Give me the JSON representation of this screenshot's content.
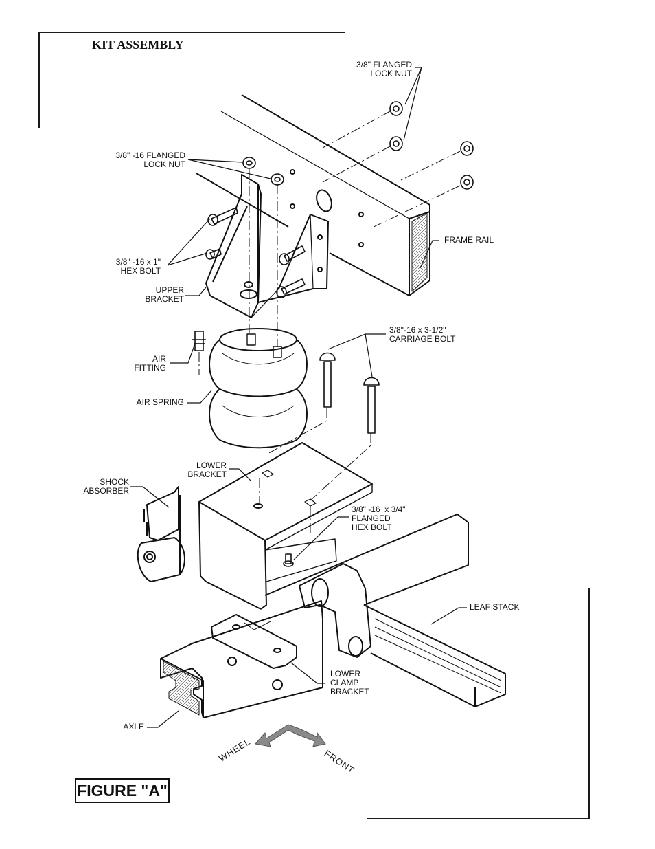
{
  "title": "KIT ASSEMBLY",
  "figure_label": "FIGURE \"A\"",
  "labels": {
    "flanged_lock_nut": "3/8\" FLANGED\nLOCK NUT",
    "flanged_lock_nut_16": "3/8\" -16 FLANGED\nLOCK NUT",
    "hex_bolt": "3/8\" -16 x 1\"\nHEX BOLT",
    "upper_bracket": "UPPER\nBRACKET",
    "frame_rail": "FRAME RAIL",
    "carriage_bolt": "3/8\"-16 x 3-1/2\"\nCARRIAGE BOLT",
    "air_fitting": "AIR\nFITTING",
    "air_spring": "AIR SPRING",
    "lower_bracket": "LOWER\nBRACKET",
    "shock_absorber": "SHOCK\nABSORBER",
    "flanged_hex_bolt": "3/8\" -16  x 3/4\"\nFLANGED\nHEX BOLT",
    "leaf_stack": "LEAF STACK",
    "lower_clamp_bracket": "LOWER\nCLAMP\nBRACKET",
    "axle": "AXLE"
  },
  "direction": {
    "wheel": "WHEEL",
    "front": "FRONT",
    "arrow_color": "#8a8a8a"
  }
}
